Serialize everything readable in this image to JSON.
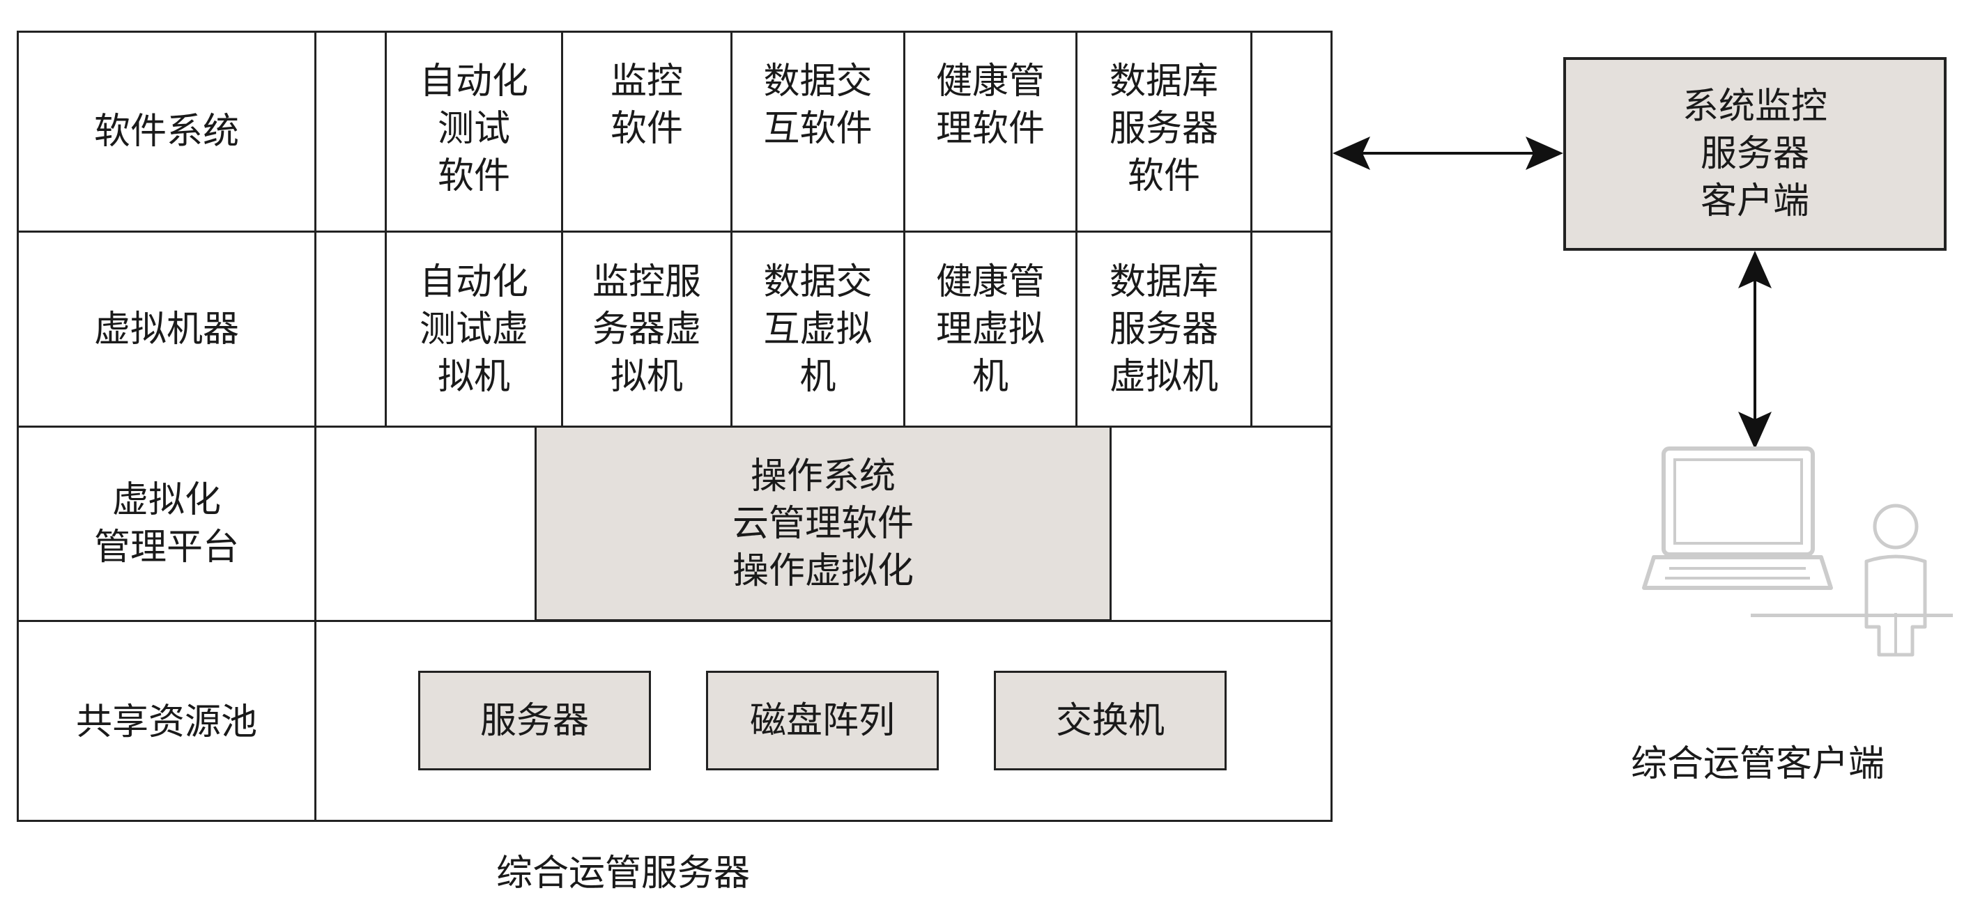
{
  "server": {
    "caption": "综合运管服务器",
    "layers": [
      {
        "label": "软件系统"
      },
      {
        "label": "虚拟机器"
      },
      {
        "label": "虚拟化\n管理平台"
      },
      {
        "label": "共享资源池"
      }
    ],
    "software": [
      "自动化\n测试\n软件",
      "监控\n软件",
      "数据交\n互软件",
      "健康管\n理软件",
      "数据库\n服务器\n软件"
    ],
    "vms": [
      "自动化\n测试虚\n拟机",
      "监控服\n务器虚\n拟机",
      "数据交\n互虚拟\n机",
      "健康管\n理虚拟\n机",
      "数据库\n服务器\n虚拟机"
    ],
    "platform": "操作系统\n云管理软件\n操作虚拟化",
    "resources": [
      "服务器",
      "磁盘阵列",
      "交换机"
    ]
  },
  "monitor_client": {
    "label": "系统监控\n服务器\n客户端"
  },
  "ops_client": {
    "caption": "综合运管客户端",
    "icons": [
      "laptop-icon",
      "person-icon"
    ]
  },
  "colors": {
    "shade": "#e4e0dc",
    "line": "#222222",
    "icon": "#cccccc"
  }
}
